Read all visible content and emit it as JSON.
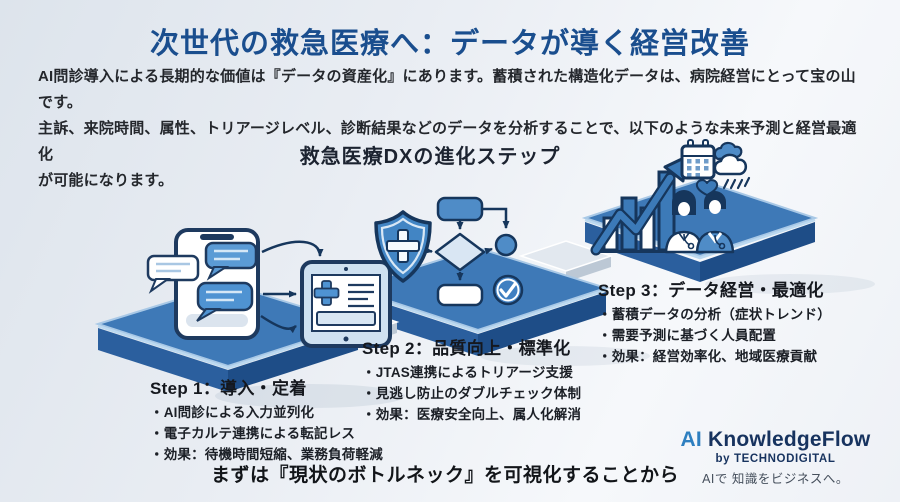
{
  "slide": {
    "title": "次世代の救急医療へ：データが導く経営改善",
    "intro_lines": [
      "AI問診導入による長期的な価値は『データの資産化』にあります。蓄積された構造化データは、病院経営にとって宝の山です。",
      "主訴、来院時間、属性、トリアージレベル、診断結果などのデータを分析することで、以下のような未来予測と経営最適化",
      "が可能になります。"
    ],
    "diagram_heading": "救急医療DXの進化ステップ",
    "closing": "まずは『現状のボトルネック』を可視化することから"
  },
  "steps": [
    {
      "title": "Step 1：導入・定着",
      "bullets": [
        "・AI問診による入力並列化",
        "・電子カルテ連携による転記レス",
        "・効果：待機時間短縮、業務負荷軽減"
      ]
    },
    {
      "title": "Step 2：品質向上・標準化",
      "bullets": [
        "・JTAS連携によるトリアージ支援",
        "・見逃し防止のダブルチェック体制",
        "・効果：医療安全向上、属人化解消"
      ]
    },
    {
      "title": "Step 3：データ経営・最適化",
      "bullets": [
        "・蓄積データの分析（症状トレンド）",
        "・需要予測に基づく人員配置",
        "・効果：経営効率化、地域医療貢献"
      ]
    }
  ],
  "logo": {
    "ai": "AI",
    "name": "KnowledgeFlow",
    "byline": "by TECHNODIGITAL",
    "tagline": "AIで 知識をビジネスへ。"
  },
  "colors": {
    "title_blue": "#1a4e8e",
    "platform_top": "#3e79b7",
    "platform_left": "#2b5f9e",
    "platform_right": "#1e4d87",
    "stone_top": "#e2e8ef",
    "accent_blue": "#4f8cc7",
    "navy_outline": "#16365c",
    "logo_ai_blue": "#2e7fc0",
    "logo_navy": "#17335f"
  }
}
